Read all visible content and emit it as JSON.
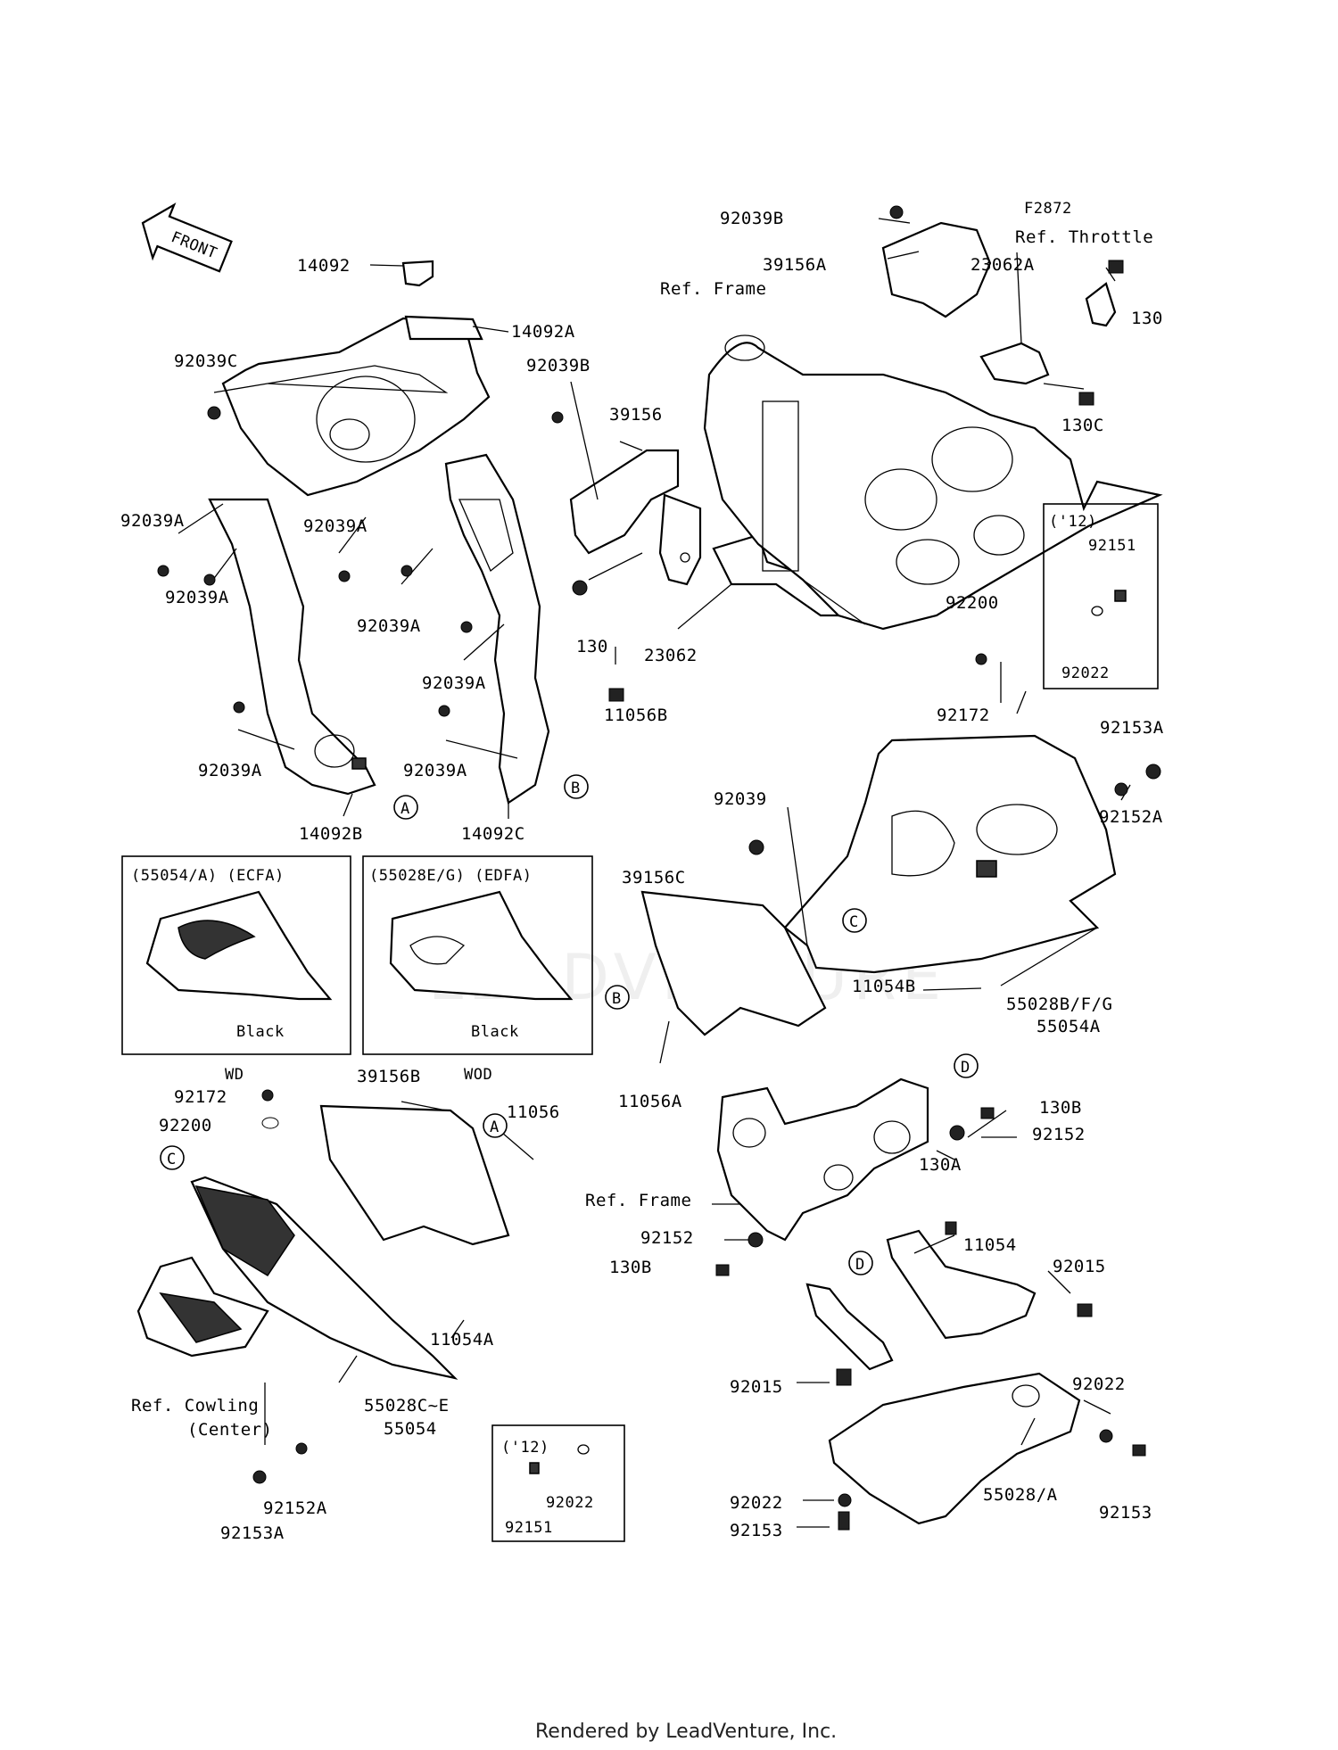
{
  "figure_code": "F2872",
  "front_arrow": "FRONT",
  "ref_labels": {
    "throttle": "Ref. Throttle",
    "frame_top": "Ref. Frame",
    "frame_bottom": "Ref. Frame",
    "cowling": "Ref. Cowling",
    "cowling_sub": "(Center)"
  },
  "panel_left": {
    "title": "(55054/A)  (ECFA)",
    "color": "Black",
    "caption": "WD"
  },
  "panel_right": {
    "title": "(55028E/G) (EDFA)",
    "color": "Black",
    "caption": "WOD"
  },
  "inset_top": {
    "year": "('12)",
    "parts": [
      "92151",
      "92022"
    ]
  },
  "inset_bottom": {
    "year": "('12)",
    "parts": [
      "92022",
      "92151"
    ]
  },
  "circle_refs": [
    "A",
    "B",
    "C",
    "D"
  ],
  "parts": [
    "14092",
    "14092A",
    "92039C",
    "92039A",
    "92039A",
    "92039A",
    "92039A",
    "92039A",
    "92039A",
    "92039A",
    "14092B",
    "14092C",
    "92039B",
    "39156",
    "130",
    "23062",
    "11056B",
    "92039B",
    "39156A",
    "23062A",
    "130",
    "130C",
    "92200",
    "92172",
    "92153A",
    "92152A",
    "92039",
    "39156C",
    "11054B",
    "55028B/F/G",
    "55054A",
    "11056A",
    "92172",
    "92200",
    "39156B",
    "11056",
    "11054A",
    "55028C~E",
    "55054",
    "92152A",
    "92153A",
    "130B",
    "92152",
    "130A",
    "92152",
    "130B",
    "11054",
    "92015",
    "92015",
    "92022",
    "55028/A",
    "92022",
    "92153",
    "92153"
  ],
  "footer": "Rendered by LeadVenture, Inc.",
  "watermark": "LEADVENTURE"
}
